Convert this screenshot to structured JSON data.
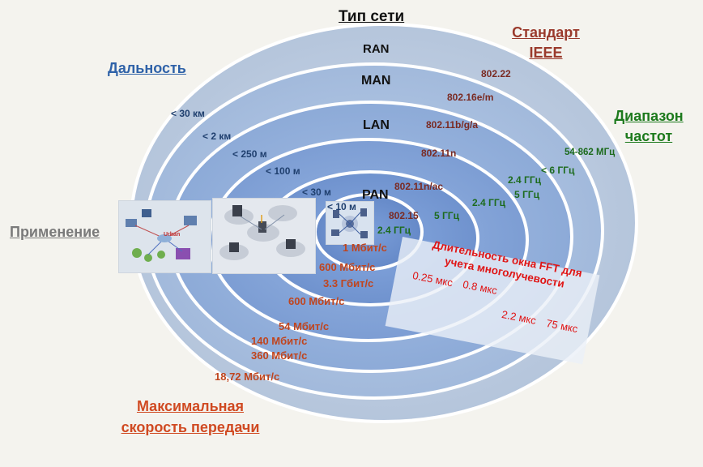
{
  "title": "Тип сети",
  "categories": {
    "range": "Дальность",
    "standard": "Стандарт IEEE",
    "frequency": "Диапазон частот",
    "application": "Применение",
    "speed": "Максимальная скорость передачи"
  },
  "rings": [
    {
      "network": "RAN",
      "range": "< 30 км",
      "standard": "802.22",
      "frequency": "54-862 МГц",
      "speeds": [
        "18,72 Мбит/с"
      ]
    },
    {
      "network": "MAN",
      "range": "< 2 км",
      "standard": "802.16e/m",
      "frequency": "< 6 ГГц",
      "speeds": [
        "140 Мбит/с",
        "360 Мбит/с"
      ]
    },
    {
      "network": "LAN",
      "range": "< 250 м",
      "standard": "802.11b/g/a",
      "frequency": "2.4 ГГц",
      "speeds": [
        "54 Мбит/с"
      ]
    },
    {
      "network": "",
      "range": "< 100 м",
      "standard": "802.11n",
      "frequency": "5 ГГц",
      "speeds": [
        "600 Мбит/с"
      ]
    },
    {
      "network": "",
      "range": "< 30 м",
      "standard": "802.11n/ac",
      "frequency": "2.4 ГГц",
      "speeds": [
        "600 Мбит/с",
        "3.3 Гбит/с"
      ]
    },
    {
      "network": "PAN",
      "range": "< 10 м",
      "standard": "802.15",
      "frequency": "5 ГГц",
      "speeds": []
    }
  ],
  "center": {
    "frequency": "2.4 ГГц",
    "speed": "1 Мбит/с"
  },
  "fft": {
    "title": "Длительность окна FFT для учета многолучевости",
    "values": [
      "0.25 мкс",
      "0.8 мкс",
      "2.2 мкс",
      "75 мкс"
    ]
  },
  "images": {
    "urban_label": "Urban"
  },
  "colors": {
    "ring_outer": "#cbd7e6",
    "ring_inner": "#6f95d0",
    "range_text": "#1f3f6e",
    "standard_text": "#7a2a22",
    "frequency_text": "#1d6b1d",
    "speed_text": "#c0451e",
    "fft_text": "#e01515"
  }
}
